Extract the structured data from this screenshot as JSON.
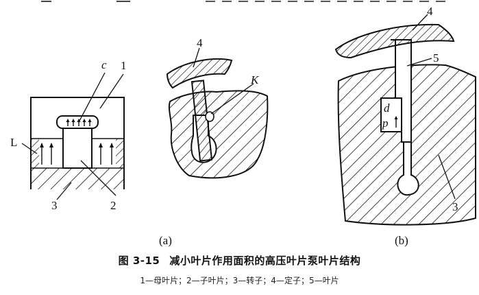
{
  "figure": {
    "number": "图 3-15",
    "title": "减小叶片作用面积的高压叶片泵叶片结构",
    "legend": "1—母叶片；2—子叶片；3—转子；4—定子；5—叶片"
  },
  "labels": {
    "left": {
      "l": "L",
      "c": "c",
      "one": "1",
      "two": "2",
      "three": "3"
    },
    "middle": {
      "four": "4",
      "k": "K",
      "tag": "(a)"
    },
    "right": {
      "four": "4",
      "five": "5",
      "d": "d",
      "p": "p",
      "three": "3",
      "tag": "(b)"
    }
  }
}
